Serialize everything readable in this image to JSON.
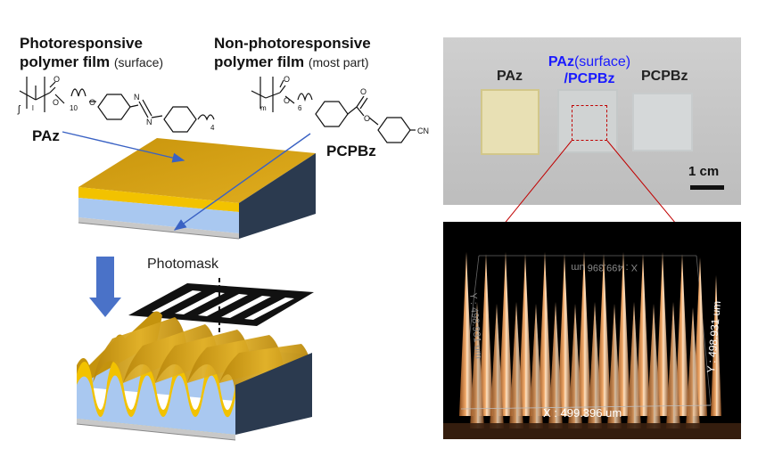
{
  "left": {
    "photoresponsive": {
      "title_line1": "Photoresponsive",
      "title_line2": "polymer film",
      "qualifier": "(surface)"
    },
    "non_photoresponsive": {
      "title_line1": "Non-photoresponsive",
      "title_line2": "polymer film",
      "qualifier": "(most part)"
    },
    "paz_label": "PAz",
    "pcpbz_label": "PCPBz",
    "photomask_label": "Photomask",
    "paz_structure": {
      "sub_l": "l",
      "sub_10": "10",
      "sub_4": "4"
    },
    "pcpbz_structure": {
      "sub_m": "m",
      "sub_6": "6",
      "cn": "CN"
    }
  },
  "photo": {
    "paz": "PAz",
    "bilayer_top": "PAz",
    "bilayer_top_suffix": "(surface)",
    "bilayer_bottom": "/PCPBz",
    "pcpbz": "PCPBz",
    "scale_bar": "1 cm"
  },
  "micrograph": {
    "x_axis": "X : 499.396 um",
    "y_axis_right": "Y : 498.931 um",
    "y_axis_left": "Y : 498.931 um",
    "top_label": "X : 499.396 um"
  },
  "colors": {
    "gold": "#d9a514",
    "gold_dark": "#b8860b",
    "yellow_layer": "#f2c200",
    "light_blue": "#a9c8f0",
    "side_navy": "#2b3a4f",
    "substrate": "#c8c8c8",
    "arrow_blue": "#3a62c4",
    "label_blue": "#1a1aff",
    "connector_red": "#c00000"
  }
}
